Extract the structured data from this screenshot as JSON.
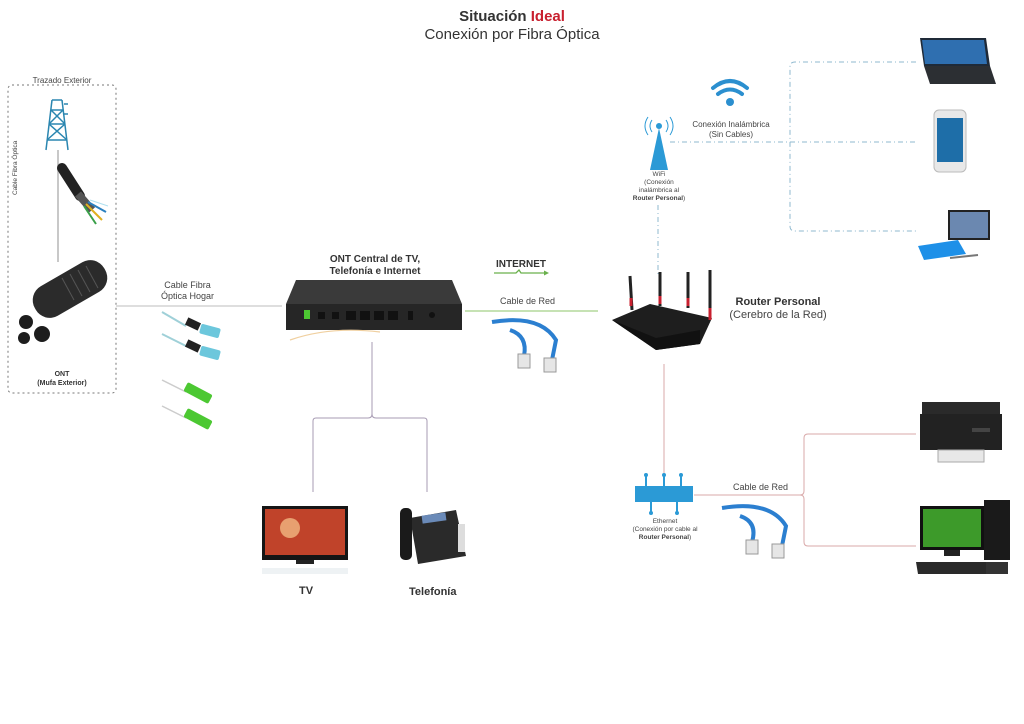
{
  "title": {
    "line1_prefix": "Situación",
    "line1_accent": "Ideal",
    "line2": "Conexión por Fibra Óptica"
  },
  "colors": {
    "accent_red": "#c8202f",
    "wifi_blue": "#2b8fcf",
    "line_gray": "#bbbbbb",
    "line_green": "#6ab04c",
    "line_purple": "#9b86a8",
    "line_red": "#d08a8a",
    "line_dashed_blue": "#8fb9cf"
  },
  "exterior": {
    "box_label": "Trazado Exterior",
    "cable_label": "Cable Fibra Óptica",
    "ont_label": "ONT",
    "ont_sublabel": "(Mufa Exterior)"
  },
  "home_fiber": {
    "label_line1": "Cable Fibra",
    "label_line2": "Óptica Hogar"
  },
  "ont_central": {
    "label_line1": "ONT Central de TV,",
    "label_line2": "Telefonía e Internet"
  },
  "internet": {
    "label": "INTERNET",
    "cable_label": "Cable de Red"
  },
  "router": {
    "label": "Router Personal",
    "sublabel": "(Cerebro de la Red)"
  },
  "wifi": {
    "title": "WiFi",
    "desc_line1": "(Conexión",
    "desc_line2": "inalámbrica al",
    "desc_bold": "Router Personal",
    "desc_end": ")",
    "wireless_line1": "Conexión Inalámbrica",
    "wireless_line2": "(Sin Cables)"
  },
  "ethernet": {
    "title": "Ethernet",
    "desc_line1": "(Conexión por cable al",
    "desc_bold": "Router Personal",
    "desc_end": ")",
    "cable_label": "Cable de Red"
  },
  "devices": {
    "tv": "TV",
    "phone": "Telefonía",
    "wireless": [
      "laptop",
      "smartphone",
      "tablet"
    ],
    "wired": [
      "printer",
      "desktop-pc"
    ]
  }
}
